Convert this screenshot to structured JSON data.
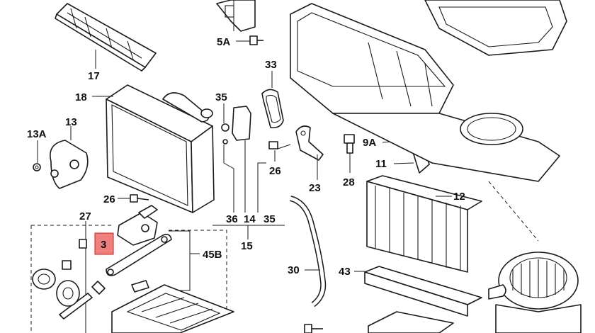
{
  "labels": {
    "p17": "17",
    "p18": "18",
    "p13": "13",
    "p13a": "13A",
    "p26a": "26",
    "p27": "27",
    "p3": "3",
    "p5a": "5A",
    "p33": "33",
    "p35a": "35",
    "p26b": "26",
    "p23": "23",
    "p36": "36",
    "p14": "14",
    "p35b": "35",
    "p15": "15",
    "p45b": "45B",
    "p9a": "9A",
    "p11": "11",
    "p28": "28",
    "p12": "12",
    "p30": "30",
    "p43": "43"
  },
  "highlight": {
    "part": "3",
    "color": "#f08080"
  }
}
